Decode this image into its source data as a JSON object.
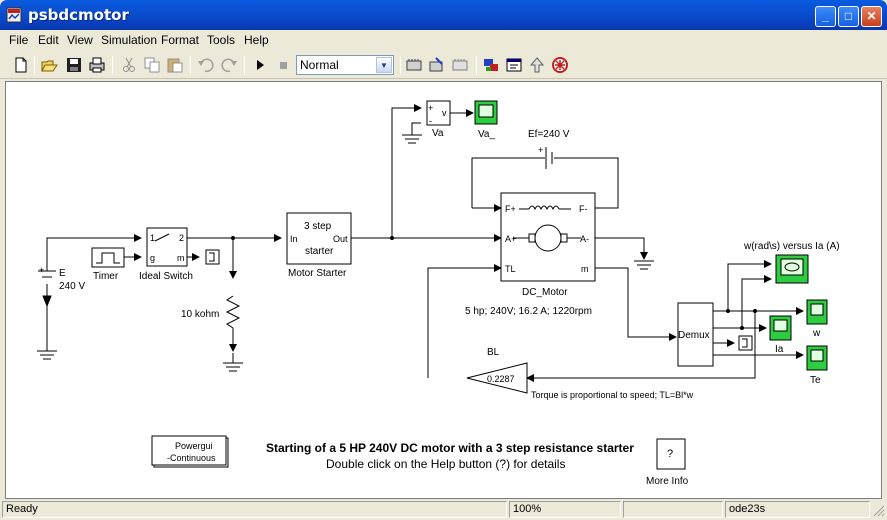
{
  "window": {
    "title": "psbdcmotor",
    "minimize_label": "_",
    "maximize_label": "□",
    "close_label": "✕"
  },
  "menu": {
    "items": [
      "File",
      "Edit",
      "View",
      "Simulation",
      "Format",
      "Tools",
      "Help"
    ]
  },
  "toolbar": {
    "sim_mode": "Normal",
    "tools": [
      "new-icon",
      "open-icon",
      "save-icon",
      "print-icon",
      "cut-icon",
      "copy-icon",
      "paste-icon",
      "undo-icon",
      "redo-icon",
      "play-icon",
      "stop-icon",
      "build-icon",
      "update-icon",
      "library-icon",
      "model-browser-icon",
      "debugger-icon",
      "parent-icon",
      "explorer-icon"
    ]
  },
  "diagram": {
    "voltage_sensor_plus": "+",
    "voltage_sensor_minus": "-",
    "voltage_sensor_port": "v",
    "voltage_sensor_label": "Va",
    "scope_va_label": "Va_",
    "ef_label": "Ef=240 V",
    "ef_plus": "+",
    "source_plus": "+",
    "source_label_e": "E",
    "source_label_v": "240 V",
    "timer_label": "Timer",
    "switch_port_1": "1",
    "switch_port_2": "2",
    "switch_port_g": "g",
    "switch_port_m": "m",
    "switch_label": "Ideal Switch",
    "resistor_label": "10 kohm",
    "starter_text_1": "3 step",
    "starter_text_2": "starter",
    "starter_port_in": "In",
    "starter_port_out": "Out",
    "starter_label": "Motor Starter",
    "motor_port_fplus": "F+",
    "motor_port_fminus": "F-",
    "motor_port_aplus": "A+",
    "motor_port_aminus": "A-",
    "motor_port_tl": "TL",
    "motor_port_m": "m",
    "motor_label": "DC_Motor",
    "motor_specs": "5 hp;  240V;  16.2 A;  1220rpm",
    "demux_label": "Demux",
    "xy_label": "w(rad\\s) versus Ia (A)",
    "scope_ia_label": "Ia",
    "scope_w_label": "w",
    "scope_te_label": "Te",
    "gain_name": "BL",
    "gain_value": "0.2287",
    "torque_note": "Torque is proportional to speed; TL=Bl*w",
    "powergui_line1": "Powergui",
    "powergui_line2": "-Continuous",
    "description_title": "Starting of a 5 HP 240V DC motor with a 3 step resistance starter",
    "description_sub": "Double click on the Help button (?) for details",
    "help_symbol": "?",
    "more_info_label": "More Info"
  },
  "status": {
    "state": "Ready",
    "zoom": "100%",
    "solver": "ode23s"
  },
  "colors": {
    "scope_green": "#2ecc40",
    "title_blue": "#0a5be0"
  }
}
